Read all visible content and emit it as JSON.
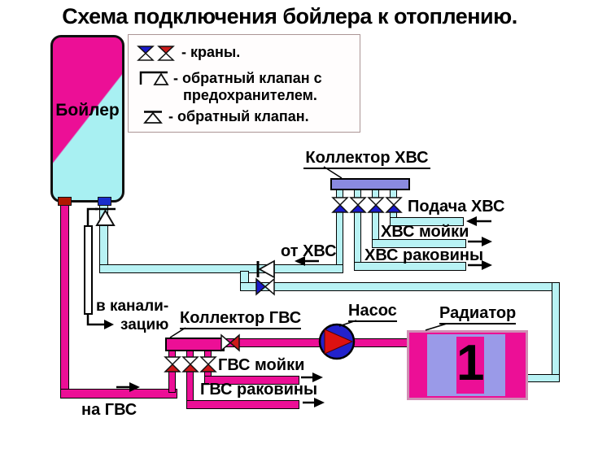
{
  "title": "Схема подключения бойлера к отоплению.",
  "legend": {
    "item1_label": "- краны.",
    "item2_label": "- обратный клапан с",
    "item2_label2": "предохранителем.",
    "item3_label": "- обратный клапан."
  },
  "boiler": {
    "label": "Бойлер"
  },
  "cold": {
    "collector": "Коллектор ХВС",
    "supply": "Подача ХВС",
    "sink": "ХВС мойки",
    "basin": "ХВС раковины",
    "from_cold": "от ХВС"
  },
  "hot": {
    "collector": "Коллектор ГВС",
    "sink": "ГВС мойки",
    "basin": "ГВС раковины",
    "to_hot": "на ГВС"
  },
  "drain": {
    "line1": "в канали-",
    "line2": "зацию"
  },
  "heating": {
    "pump": "Насос",
    "radiator": "Радиатор",
    "radiator_number": "1"
  },
  "colors": {
    "magenta_pipe": "#EC0F96",
    "cyan_pipe": "#B8F2F4",
    "boiler_cyan": "#A8F0F2",
    "collector_cold_bar": "#8A8AE0",
    "radiator_panel": "#9A9AE8",
    "valve_blue": "#1A1ACC",
    "valve_red": "#CC1A1A",
    "pump_body_blue": "#2222CC",
    "pump_rotor_red": "#DD1111",
    "drain_white": "#FFFFFF"
  }
}
